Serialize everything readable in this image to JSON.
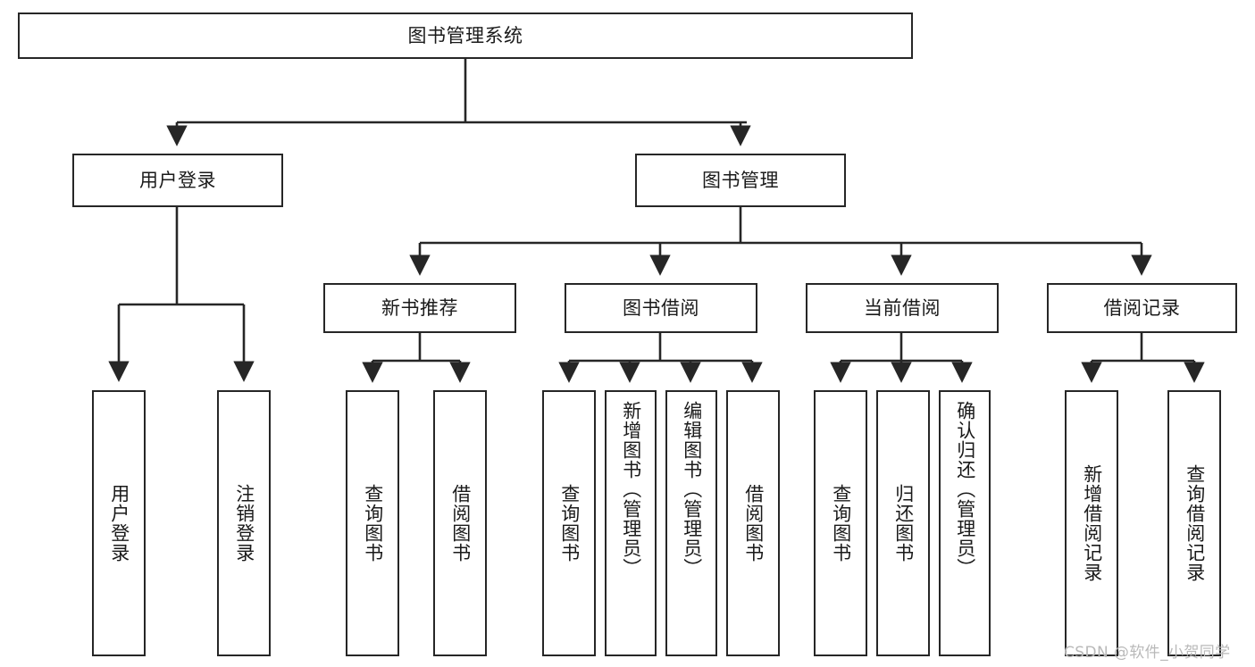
{
  "diagram": {
    "type": "tree",
    "title": "图书管理系统",
    "colors": {
      "node_border": "#262626",
      "node_fill": "#ffffff",
      "edge": "#262626",
      "background": "#ffffff",
      "watermark": "#b9b9b9"
    },
    "root": {
      "label": "图书管理系统"
    },
    "level2": [
      {
        "label": "用户登录"
      },
      {
        "label": "图书管理"
      }
    ],
    "level3": [
      {
        "label": "新书推荐"
      },
      {
        "label": "图书借阅"
      },
      {
        "label": "当前借阅"
      },
      {
        "label": "借阅记录"
      }
    ],
    "leaves": {
      "user_login": [
        {
          "label": "用户登录"
        },
        {
          "label": "注销登录"
        }
      ],
      "new_book_recommend": [
        {
          "label": "查询图书"
        },
        {
          "label": "借阅图书"
        }
      ],
      "book_borrow": [
        {
          "label": "查询图书"
        },
        {
          "label": "新增图书（管理员）"
        },
        {
          "label": "编辑图书（管理员）"
        },
        {
          "label": "借阅图书"
        }
      ],
      "current_borrow": [
        {
          "label": "查询图书"
        },
        {
          "label": "归还图书"
        },
        {
          "label": "确认归还（管理员）"
        }
      ],
      "borrow_record": [
        {
          "label": "新增借阅记录"
        },
        {
          "label": "查询借阅记录"
        }
      ]
    }
  },
  "watermark": {
    "text": "CSDN @软件_小贺同学"
  }
}
